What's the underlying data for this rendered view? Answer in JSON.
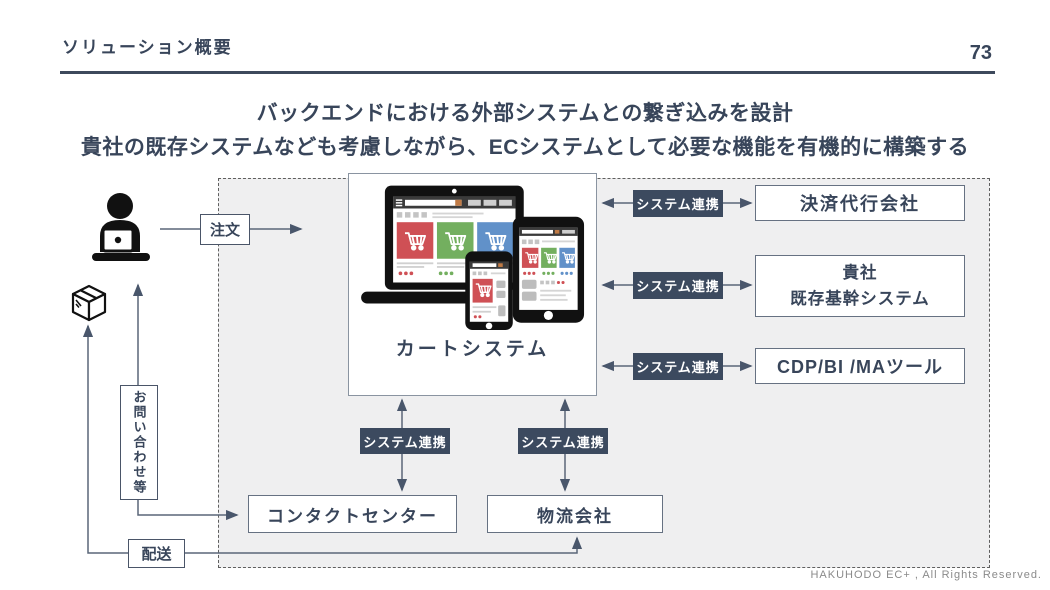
{
  "header": {
    "title": "ソリューション概要",
    "page_number": "73"
  },
  "heading": {
    "line1": "バックエンドにおける外部システムとの繋ぎ込みを設計",
    "line2": "貴社の既存システムなども考慮しながら、ECシステムとして必要な機能を有機的に構築する"
  },
  "diagram": {
    "cart_system_label": "カートシステム",
    "order_label": "注文",
    "link_label": "システム連携",
    "inquiry_label": "お問い合わせ等",
    "delivery_label": "配送",
    "boxes": {
      "payment": "決済代行会社",
      "client_line1": "貴社",
      "client_line2": "既存基幹システム",
      "cdp": "CDP/BI /MAツール",
      "contact_center": "コンタクトセンター",
      "logistics": "物流会社"
    },
    "icons": {
      "user": "person-at-laptop-icon",
      "package": "package-icon",
      "cart": "cart-system-illustration"
    }
  },
  "footer": {
    "copyright": "HAKUHODO EC+ , All Rights Reserved."
  },
  "colors": {
    "accent_navy": "#3C4A5F",
    "panel_gray": "#EFEFF0",
    "card_red": "#CF5055",
    "card_green": "#73AF5F",
    "card_blue": "#6191C9",
    "chip_orange": "#C07A45"
  }
}
